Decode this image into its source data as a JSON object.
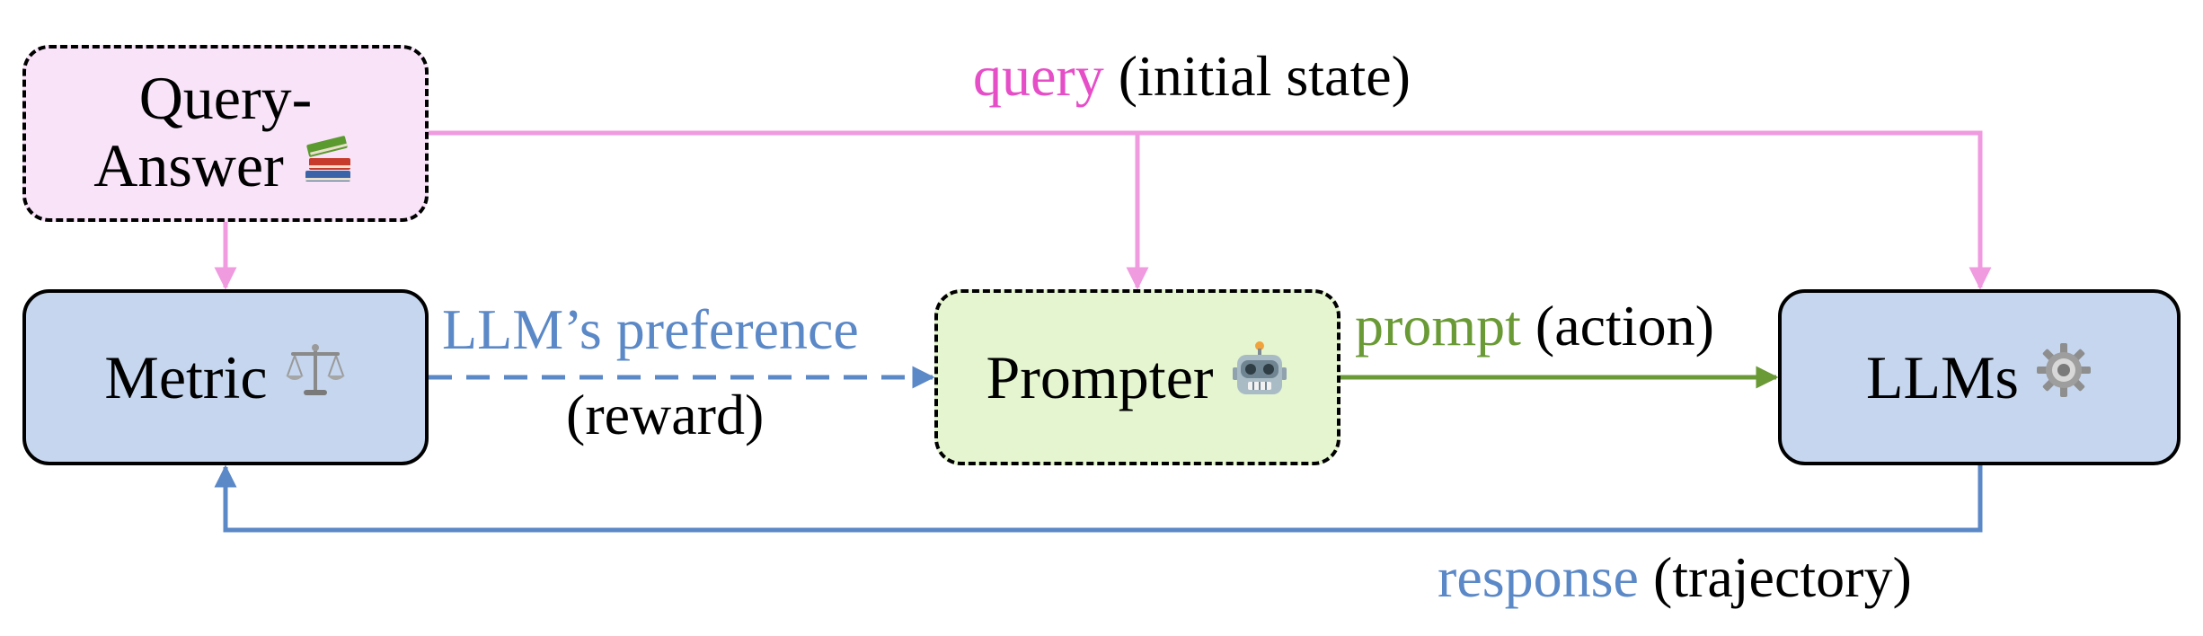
{
  "nodes": {
    "query_answer": {
      "line1": "Query-",
      "line2": "Answer",
      "icon": "books-icon"
    },
    "metric": {
      "label": "Metric",
      "icon": "balance-scale-icon"
    },
    "prompter": {
      "label": "Prompter",
      "icon": "robot-icon"
    },
    "llms": {
      "label": "LLMs",
      "icon": "gear-icon"
    }
  },
  "edges": {
    "query": {
      "colored": "query",
      "plain": "(initial state)"
    },
    "preference": {
      "colored": "LLM’s preference",
      "plain": "(reward)"
    },
    "prompt": {
      "colored": "prompt",
      "plain": "(action)"
    },
    "response": {
      "colored": "response",
      "plain": "(trajectory)"
    }
  },
  "colors": {
    "pink": "#e64ec8",
    "pink_line": "#f09ae0",
    "blue": "#5b88c7",
    "green": "#6a9a35",
    "query_fill": "#f8e3f8",
    "metric_fill": "#c5d6ee",
    "prompter_fill": "#e4f5d0",
    "llms_fill": "#c5d6ee"
  }
}
